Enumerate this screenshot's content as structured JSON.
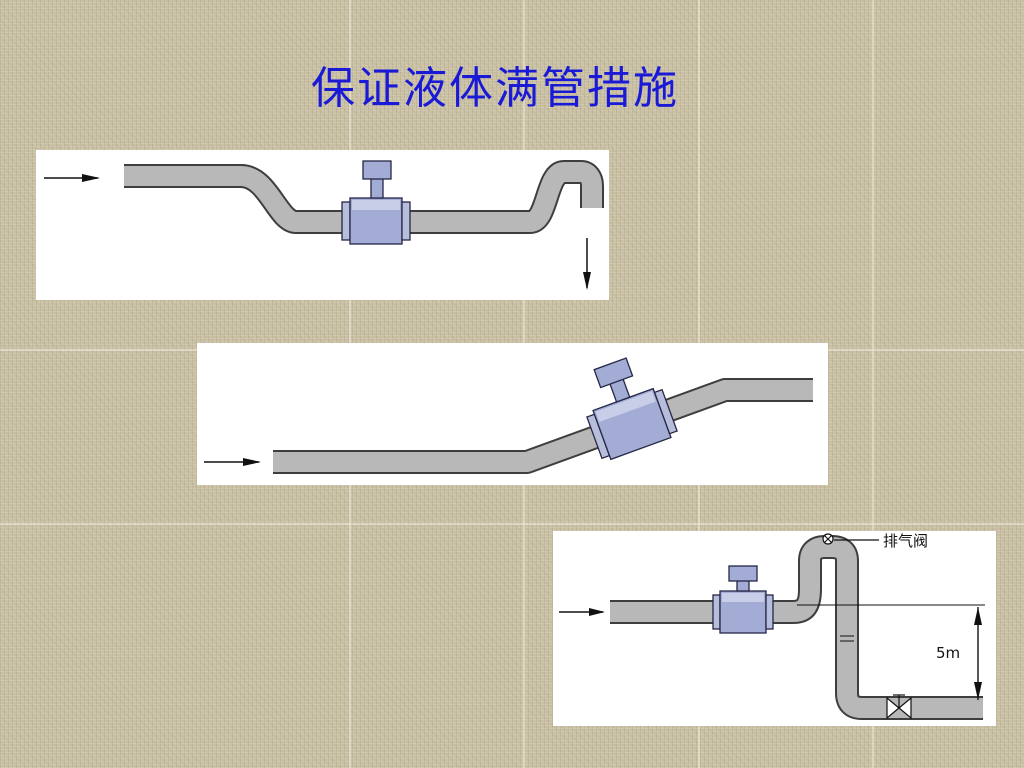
{
  "title": "保证液体满管措施",
  "diagram3": {
    "vent_label": "排气阀",
    "height_label": "5m"
  }
}
